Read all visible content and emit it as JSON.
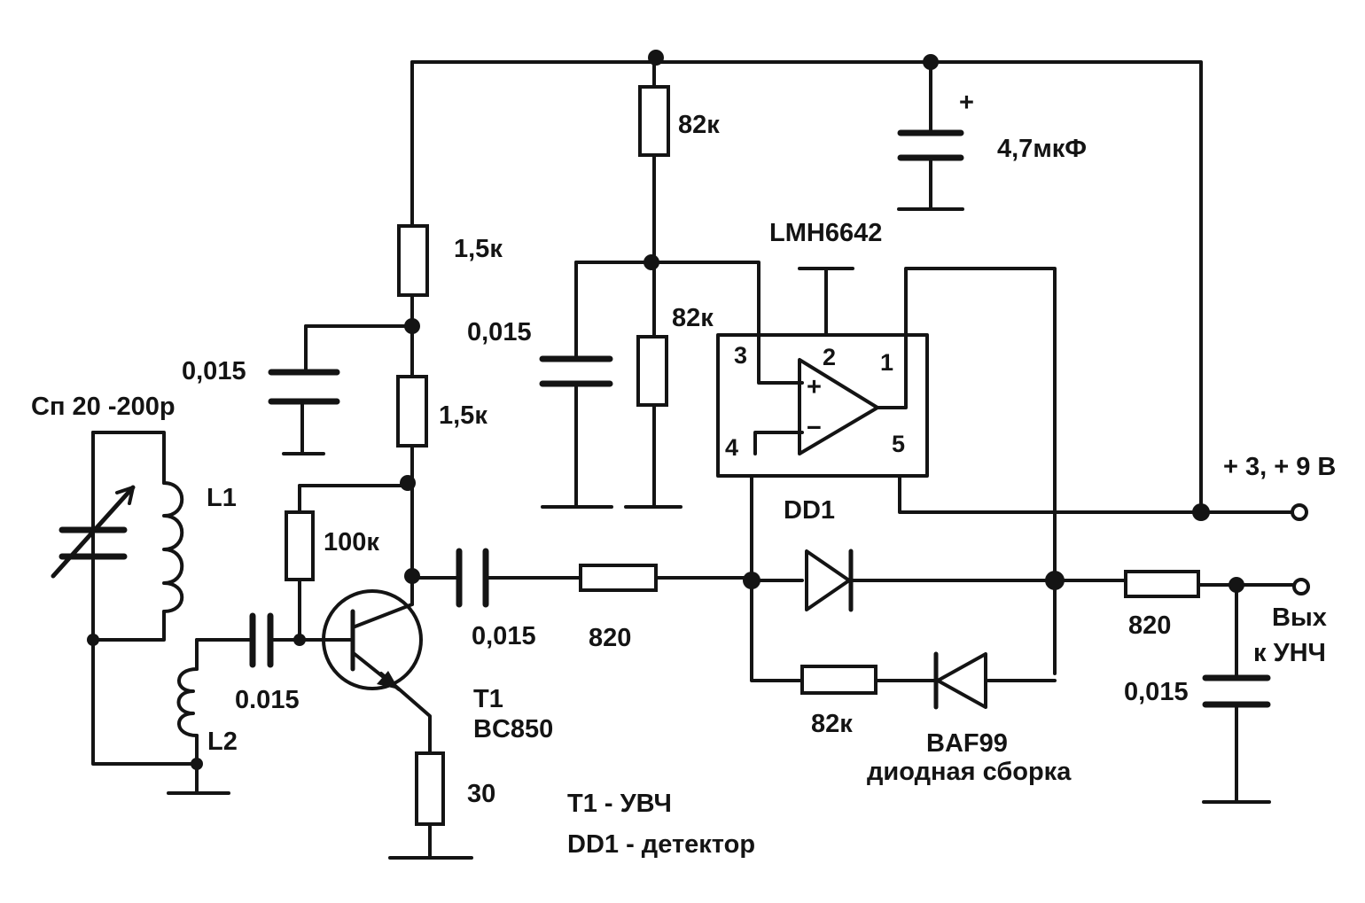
{
  "labels": {
    "r_82k_top": "82к",
    "c_4_7": "4,7мкФ",
    "c_plus": "+",
    "lmh": "LMH6642",
    "r_1_5k_top": "1,5к",
    "c_0015_mid": "0,015",
    "r_82k_mid": "82к",
    "c_0015_left": "0,015",
    "r_1_5k_low": "1,5к",
    "cp": "Сп 20 -200р",
    "l1": "L1",
    "r_100k": "100к",
    "c_0015_coup": "0,015",
    "r_820_mid": "820",
    "c_0015_in": "0.015",
    "l2": "L2",
    "t1": "T1",
    "bc850": "BC850",
    "r_30": "30",
    "dd1": "DD1",
    "supply": "+ 3, + 9 В",
    "r_820_out": "820",
    "out1": "Вых",
    "out2": "к УНЧ",
    "c_0015_out": "0,015",
    "r_82k_fb": "82к",
    "baf99": "BAF99",
    "diode_pack": "диодная сборка",
    "note1": "T1 - УВЧ",
    "note2": "DD1 - детектор",
    "op_plus": "+",
    "op_minus": "−"
  },
  "pins": {
    "p1": "1",
    "p2": "2",
    "p3": "3",
    "p4": "4",
    "p5": "5"
  }
}
